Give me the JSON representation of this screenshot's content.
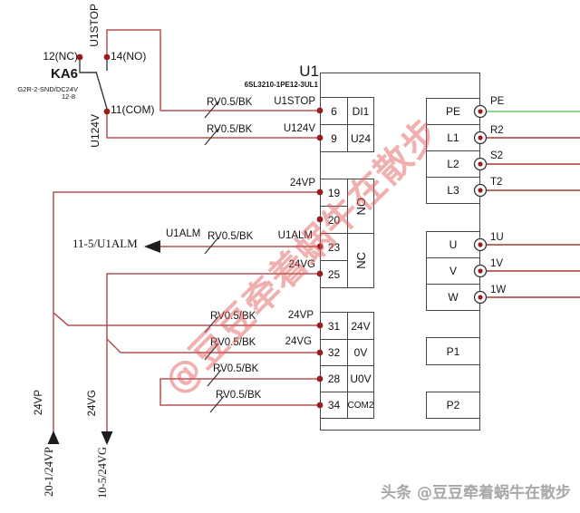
{
  "relay": {
    "signal_top": "U1STOP",
    "contact_nc": "12(NC)",
    "contact_no": "14(NO)",
    "contact_com": "11(COM)",
    "name": "KA6",
    "part": "G2R-2-SND/DC24V",
    "part_sub": "12-8",
    "signal_bottom": "U124V"
  },
  "drive": {
    "designator": "U1",
    "part": "6SL3210-1PE12-3UL1",
    "no_group": "NO",
    "nc_group": "NC",
    "left_terminals": [
      {
        "num": "6",
        "name": "DI1"
      },
      {
        "num": "9",
        "name": "U24"
      },
      {
        "num": "19",
        "name": ""
      },
      {
        "num": "20",
        "name": ""
      },
      {
        "num": "23",
        "name": ""
      },
      {
        "num": "25",
        "name": ""
      },
      {
        "num": "31",
        "name": "24V"
      },
      {
        "num": "32",
        "name": "0V"
      },
      {
        "num": "28",
        "name": "U0V"
      },
      {
        "num": "34",
        "name": "COM2"
      }
    ],
    "right_boxes": [
      "PE",
      "L1",
      "L2",
      "L3",
      "U",
      "V",
      "W",
      "P1",
      "P2"
    ],
    "right_wire_tags": [
      "PE",
      "R2",
      "S2",
      "T2",
      "1U",
      "1V",
      "1W"
    ]
  },
  "wire_gauge": "RV0.5/BK",
  "nets": {
    "u1stop": "U1STOP",
    "u124v": "U124V",
    "vp": "24VP",
    "vg": "24VG",
    "alm": "U1ALM"
  },
  "refs": {
    "alm": "11-5/U1ALM",
    "vp": "20-1/24VP",
    "vg": "10-5/24VG"
  },
  "watermark": {
    "diagonal": "@豆豆牵着蜗牛在散步",
    "brand": "头条 @豆豆牵着蜗牛在散步"
  },
  "colors": {
    "control_wire": "#b45353",
    "power_wire": "#a93a2c",
    "pe_wire": "#8fd98f",
    "terminal_dot": "#9b1c1c",
    "line_black": "#3c3c3c",
    "watermark_red": "#e05c5c",
    "brand_gray": "#a8a8a8"
  }
}
